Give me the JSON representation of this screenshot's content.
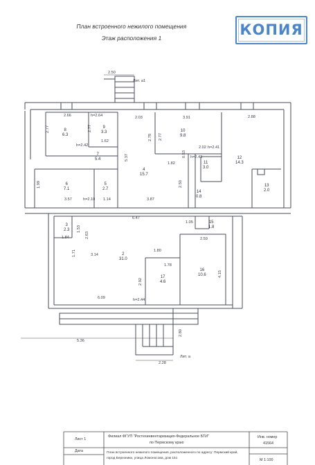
{
  "header": {
    "title_line1": "План встроенного нежилого помещения",
    "title_line2": "Этаж расположения 1"
  },
  "stamp": {
    "text": "КОПИЯ",
    "color": "#4d86c6"
  },
  "plan": {
    "dims": {
      "d_250": "2.50",
      "lit_a1": "Лит. а1",
      "d_266": "2.66",
      "h264": "h=2.64",
      "d_203": "2.03",
      "d_391": "3.91",
      "d_288": "2.88",
      "d_277": "2.77",
      "d_278": "2.78",
      "d_162": "1.62",
      "h242": "h=2.42",
      "d_202": "2.02",
      "h241": "h=2.41",
      "d_053": "0.53",
      "h243": "h=2.43",
      "d_537": "5.37",
      "d_182": "1.82",
      "d_250b": "2.50",
      "d_199": "1.99",
      "d_357": "3.57",
      "h210": "h=2.10",
      "d_114": "1.14",
      "d_387": "3.87",
      "d_647": "6.47",
      "d_105": "1.05",
      "d_153": "1.53",
      "d_184": "1.84",
      "d_263": "2.63",
      "d_259": "2.59",
      "d_171": "1.71",
      "d_314": "3.14",
      "d_180": "1.80",
      "d_178": "1.78",
      "d_292": "2.92",
      "d_415": "4.15",
      "d_609": "6.09",
      "h244": "h=2.44",
      "d_536": "5.36",
      "d_280": "2.80",
      "d_228": "2.28",
      "lit_a": "Лит. а"
    },
    "rooms": [
      {
        "n": "8",
        "area": "6.3"
      },
      {
        "n": "9",
        "area": "3.3"
      },
      {
        "n": "10",
        "area": "9.8"
      },
      {
        "n": "12",
        "area": "14.3"
      },
      {
        "n": "7",
        "area": "5.4"
      },
      {
        "n": "4",
        "area": "15.7"
      },
      {
        "n": "11",
        "area": "3.0"
      },
      {
        "n": "6",
        "area": "7.1"
      },
      {
        "n": "5",
        "area": "2.7"
      },
      {
        "n": "14",
        "area": "0.8"
      },
      {
        "n": "13",
        "area": "2.0"
      },
      {
        "n": "3",
        "area": "2.3"
      },
      {
        "n": "15",
        "area": "1.8"
      },
      {
        "n": "2",
        "area": "31.0"
      },
      {
        "n": "16",
        "area": "10.6"
      },
      {
        "n": "17",
        "area": "4.6"
      }
    ]
  },
  "title_block": {
    "sheet": "Лист 1",
    "org_line1": "Филиал ФГУП \"Ростехинвентаризация-Федеральное БТИ\"",
    "org_line2": "по Пермскому краю",
    "inv_label": "Инв. номер",
    "inv_number": "41564",
    "date_label": "Дата",
    "desc_line1": "План встроенного нежилого помещения, расположенного по адресу: Пермский край,",
    "desc_line2": "город Березники, улица Ломоносова, дом 151",
    "scale": "М 1:100"
  }
}
